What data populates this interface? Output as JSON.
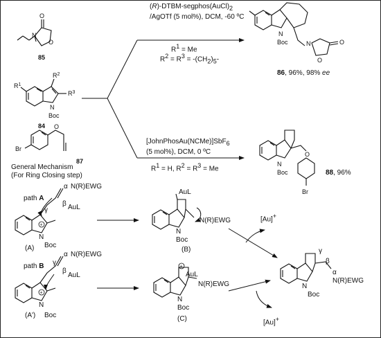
{
  "labels": {
    "oxazolidinone_O": "O",
    "oxazolidinone_N": "N",
    "compound_85": "85",
    "indole_R1": "R",
    "indole_R1_sup": "1",
    "indole_R2": "R",
    "indole_R2_sup": "2",
    "indole_R3": "R",
    "indole_R3_sup": "3",
    "indole_N": "N",
    "boc": "Boc",
    "compound_84": "84",
    "ether_O": "O",
    "bromo": "Br",
    "compound_87": "87",
    "product_86_N": "N",
    "product_86_boc": "Boc",
    "product_86_N2": "N",
    "product_86_O": "O",
    "product_86_O2": "O",
    "product_86_label": "86",
    "product_86_yield": ", 96%, 98% ",
    "product_86_ee": "ee",
    "product_88_N": "N",
    "product_88_boc": "Boc",
    "product_88_O": "O",
    "product_88_br": "Br",
    "product_88_label": "88",
    "product_88_yield": ", 96%"
  },
  "conditions_top": {
    "catalyst_prefix": "(",
    "catalyst_R": "R",
    "catalyst_mid": ")-DTBM-segphos(AuCl)",
    "catalyst_sub": "2",
    "additive": "/AgOTf (5 mol%), DCM, -60 ºC",
    "r1_line": "R",
    "r1_sup": "1",
    "r1_val": " = Me",
    "r23_pre": "R",
    "r23_sup2": "2",
    "r23_mid": " = R",
    "r23_sup3": "3",
    "r23_val": " = -(CH",
    "r23_sub": "2",
    "r23_end": ")",
    "r23_sub5": "5",
    "r23_tail": "-"
  },
  "conditions_bottom": {
    "catalyst": "[JohnPhosAu(NCMe)]SbF",
    "catalyst_sub": "6",
    "conditions": "(5 mol%), DCM, 0 ºC",
    "r_line_a": "R",
    "r_sup1": "1",
    "r_line_b": " = H, R",
    "r_sup2": "2",
    "r_line_c": " = R",
    "r_sup3": "3",
    "r_line_d": " = Me"
  },
  "mechanism": {
    "title_line1": "General Mechanism",
    "title_line2": "(For Ring Closing step)",
    "path_a": "path ",
    "path_a_letter": "A",
    "path_b": "path ",
    "path_b_letter": "B",
    "alpha": "α",
    "beta": "β",
    "gamma": "γ",
    "nrewg": "N(R)EWG",
    "aul": "AuL",
    "n_atom": "N",
    "boc": "Boc",
    "label_A": "(A)",
    "label_B": "(B)",
    "label_C": "(C)",
    "label_A_prime": "(A')",
    "au_plus": "[Au]",
    "plus": "+"
  }
}
